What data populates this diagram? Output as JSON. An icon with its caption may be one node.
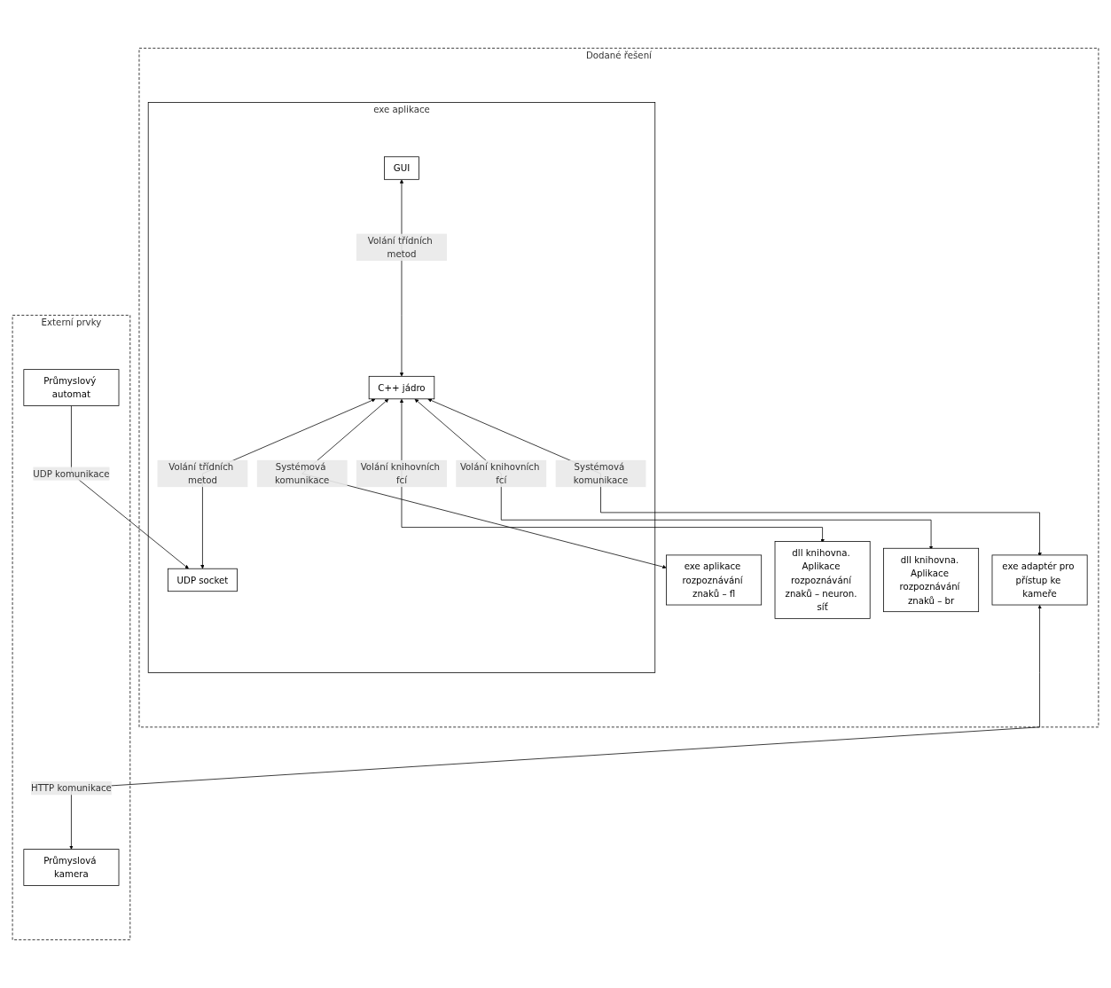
{
  "diagram": {
    "nodes": [
      {
        "text": [
          "Dodané řešení"
        ]
      },
      {
        "text": [
          "exe aplikace"
        ],
        "in": 0
      },
      {
        "text": [
          "GUI"
        ],
        "in": 1
      },
      {
        "text": [
          "C++ jádro"
        ],
        "in": 1
      },
      {
        "text": [
          "UDP socket"
        ],
        "in": 1
      },
      {
        "text": [
          "exe aplikace rozpoznávání znaků – fl"
        ],
        "in": 0
      },
      {
        "text": [
          "dll knihovna. Aplikace rozpoznávání znaků – neuron. síť"
        ],
        "in": 0
      },
      {
        "text": [
          "dll knihovna. Aplikace rozpoznávání znaků – br"
        ],
        "in": 0
      },
      {
        "text": [
          "exe adaptér pro přístup ke kameře"
        ],
        "in": 0
      },
      {
        "text": [
          "Externí prvky"
        ]
      },
      {
        "text": [
          "Průmyslový automat"
        ],
        "in": 9
      },
      {
        "text": [
          "Průmyslová kamera"
        ],
        "in": 9
      }
    ],
    "edges": [
      {
        "from": 2,
        "to": 3,
        "arrow": "both",
        "label": "Volání třídních metod"
      },
      {
        "from": 3,
        "to": 4,
        "arrow": "both",
        "label": "Volání třídních metod"
      },
      {
        "from": 3,
        "to": 5,
        "arrow": "both",
        "label": "Systémová komunikace"
      },
      {
        "from": 3,
        "to": 6,
        "arrow": "both",
        "label": "Volání knihovních fcí"
      },
      {
        "from": 3,
        "to": 7,
        "arrow": "both",
        "label": "Volání knihovních fcí"
      },
      {
        "from": 3,
        "to": 8,
        "arrow": "both",
        "label": "Systémová komunikace"
      },
      {
        "from": 10,
        "to": 4,
        "arrow": "to",
        "label": "UDP komunikace"
      },
      {
        "from": 8,
        "to": 11,
        "arrow": "both",
        "label": "HTTP komunikace"
      }
    ]
  }
}
